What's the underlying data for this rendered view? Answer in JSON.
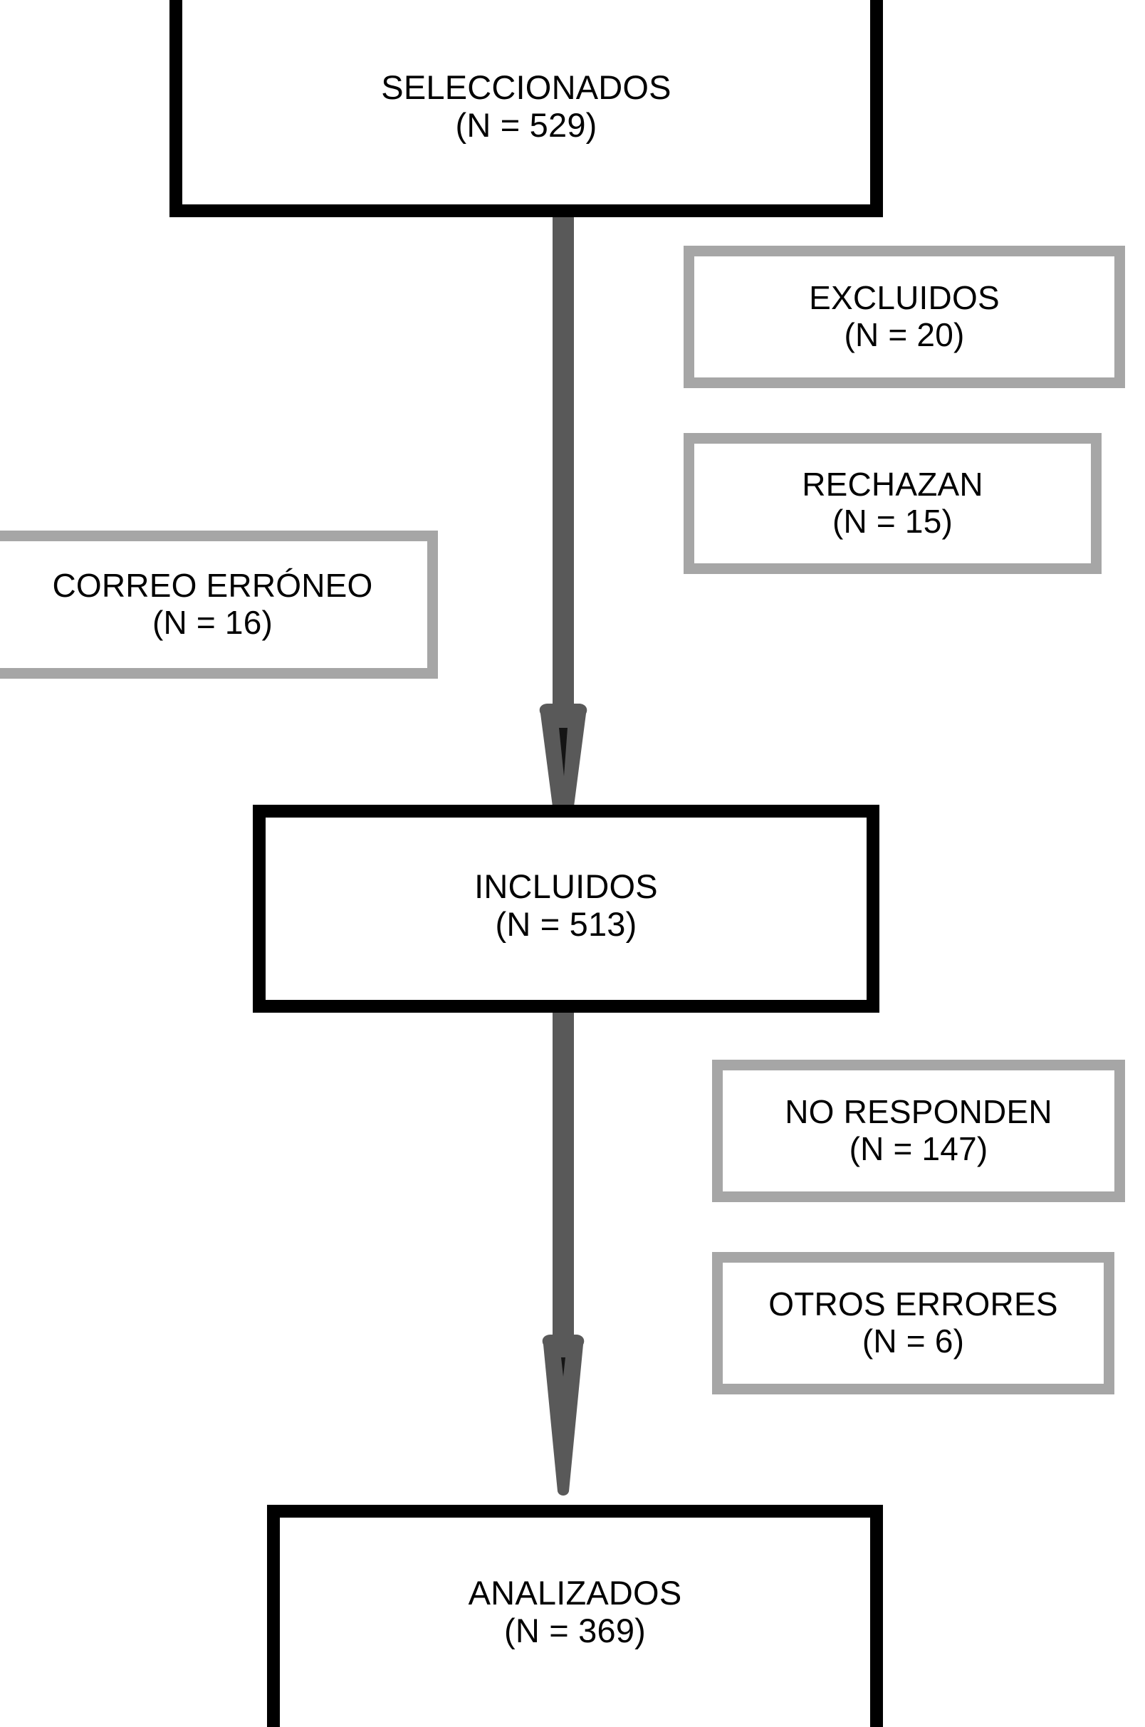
{
  "diagram": {
    "type": "flowchart",
    "orientation": "vertical",
    "language": "es",
    "colors": {
      "primary_border": "#000000",
      "secondary_border": "#a6a6a6",
      "arrow": "#595959",
      "arrow_notch": "#1a1a1a",
      "background": "#ffffff",
      "text": "#000000"
    }
  },
  "nodes": {
    "seleccionados": {
      "label": "SELECCIONADOS",
      "count_label": "(N = 529)",
      "n": 529,
      "style": "primary"
    },
    "excluidos": {
      "label": "EXCLUIDOS",
      "count_label": "(N = 20)",
      "n": 20,
      "style": "secondary"
    },
    "rechazan": {
      "label": "RECHAZAN",
      "count_label": "(N = 15)",
      "n": 15,
      "style": "secondary"
    },
    "correo_erroneo": {
      "label": "CORREO ERRÓNEO",
      "count_label": "(N = 16)",
      "n": 16,
      "style": "secondary"
    },
    "incluidos": {
      "label": "INCLUIDOS",
      "count_label": "(N = 513)",
      "n": 513,
      "style": "primary"
    },
    "no_responden": {
      "label": "NO RESPONDEN",
      "count_label": "(N = 147)",
      "n": 147,
      "style": "secondary"
    },
    "otros_errores": {
      "label": "OTROS ERRORES",
      "count_label": "(N = 6)",
      "n": 6,
      "style": "secondary"
    },
    "analizados": {
      "label": "ANALIZADOS",
      "count_label": "(N = 369)",
      "n": 369,
      "style": "primary"
    }
  },
  "edges": [
    {
      "id": "arrow-seleccionados-incluidos",
      "from": "seleccionados",
      "to": "incluidos"
    },
    {
      "id": "arrow-incluidos-analizados",
      "from": "incluidos",
      "to": "analizados"
    }
  ]
}
